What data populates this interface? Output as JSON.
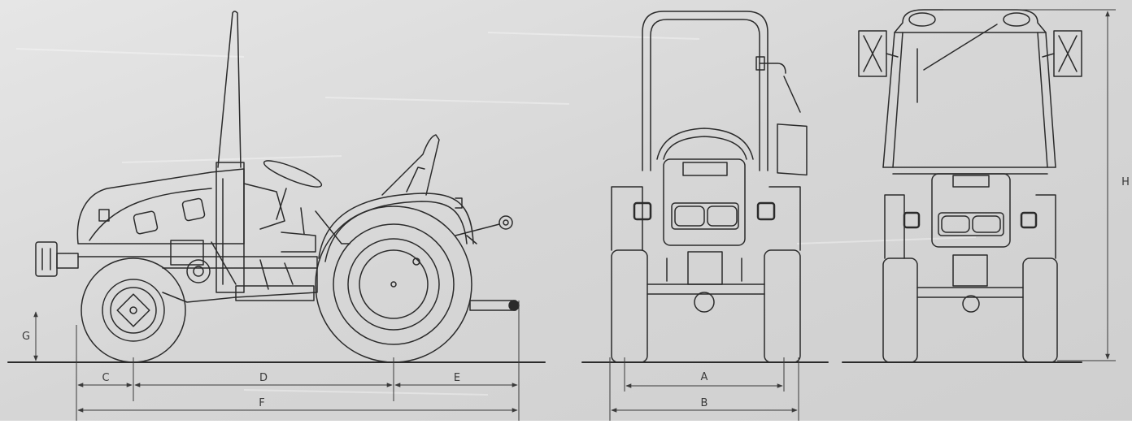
{
  "dimension_labels": {
    "A": "A",
    "B": "B",
    "C": "C",
    "D": "D",
    "E": "E",
    "F": "F",
    "G": "G",
    "H": "H"
  },
  "colors": {
    "background": "#dcdcdc",
    "line": "#2b2b2b",
    "dimension": "#3a3a3a"
  },
  "icons": {
    "side_view": "tractor-side-view-drawing",
    "front_view_rops": "tractor-front-view-rops-drawing",
    "front_view_cab": "tractor-front-view-cab-drawing"
  }
}
